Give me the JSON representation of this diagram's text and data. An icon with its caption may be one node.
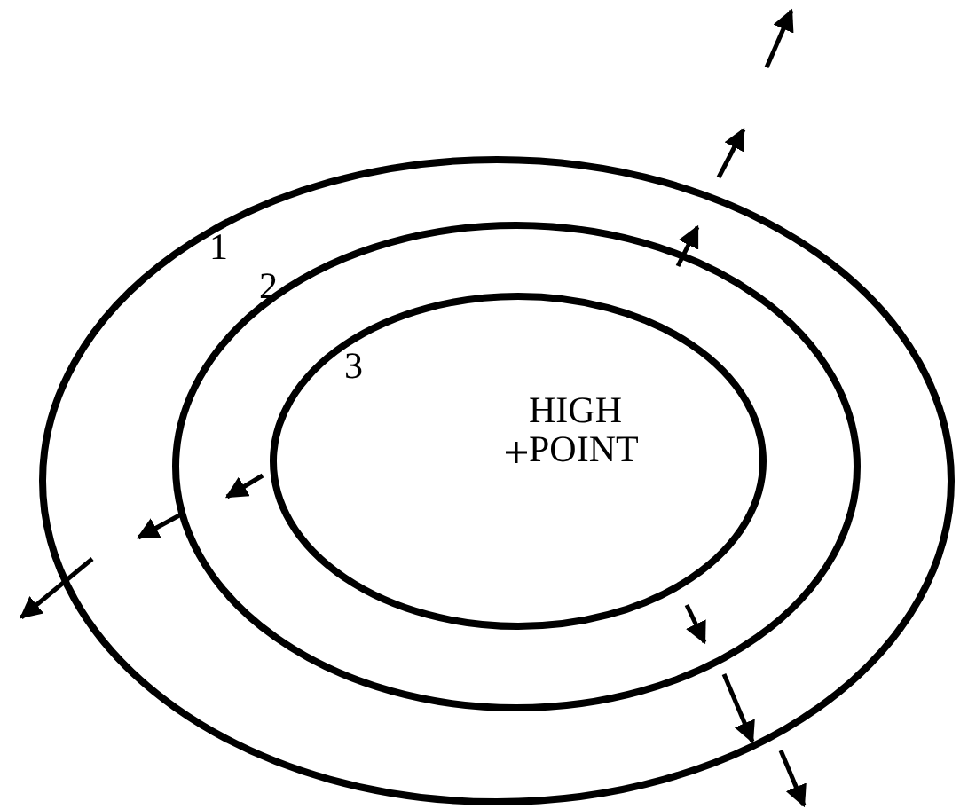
{
  "diagram": {
    "nodes": [
      {
        "text": [
          "1"
        ]
      },
      {
        "text": [
          "2"
        ],
        "in": 0
      },
      {
        "text": [
          "3",
          "HIGH POINT"
        ],
        "in": 1
      }
    ]
  }
}
